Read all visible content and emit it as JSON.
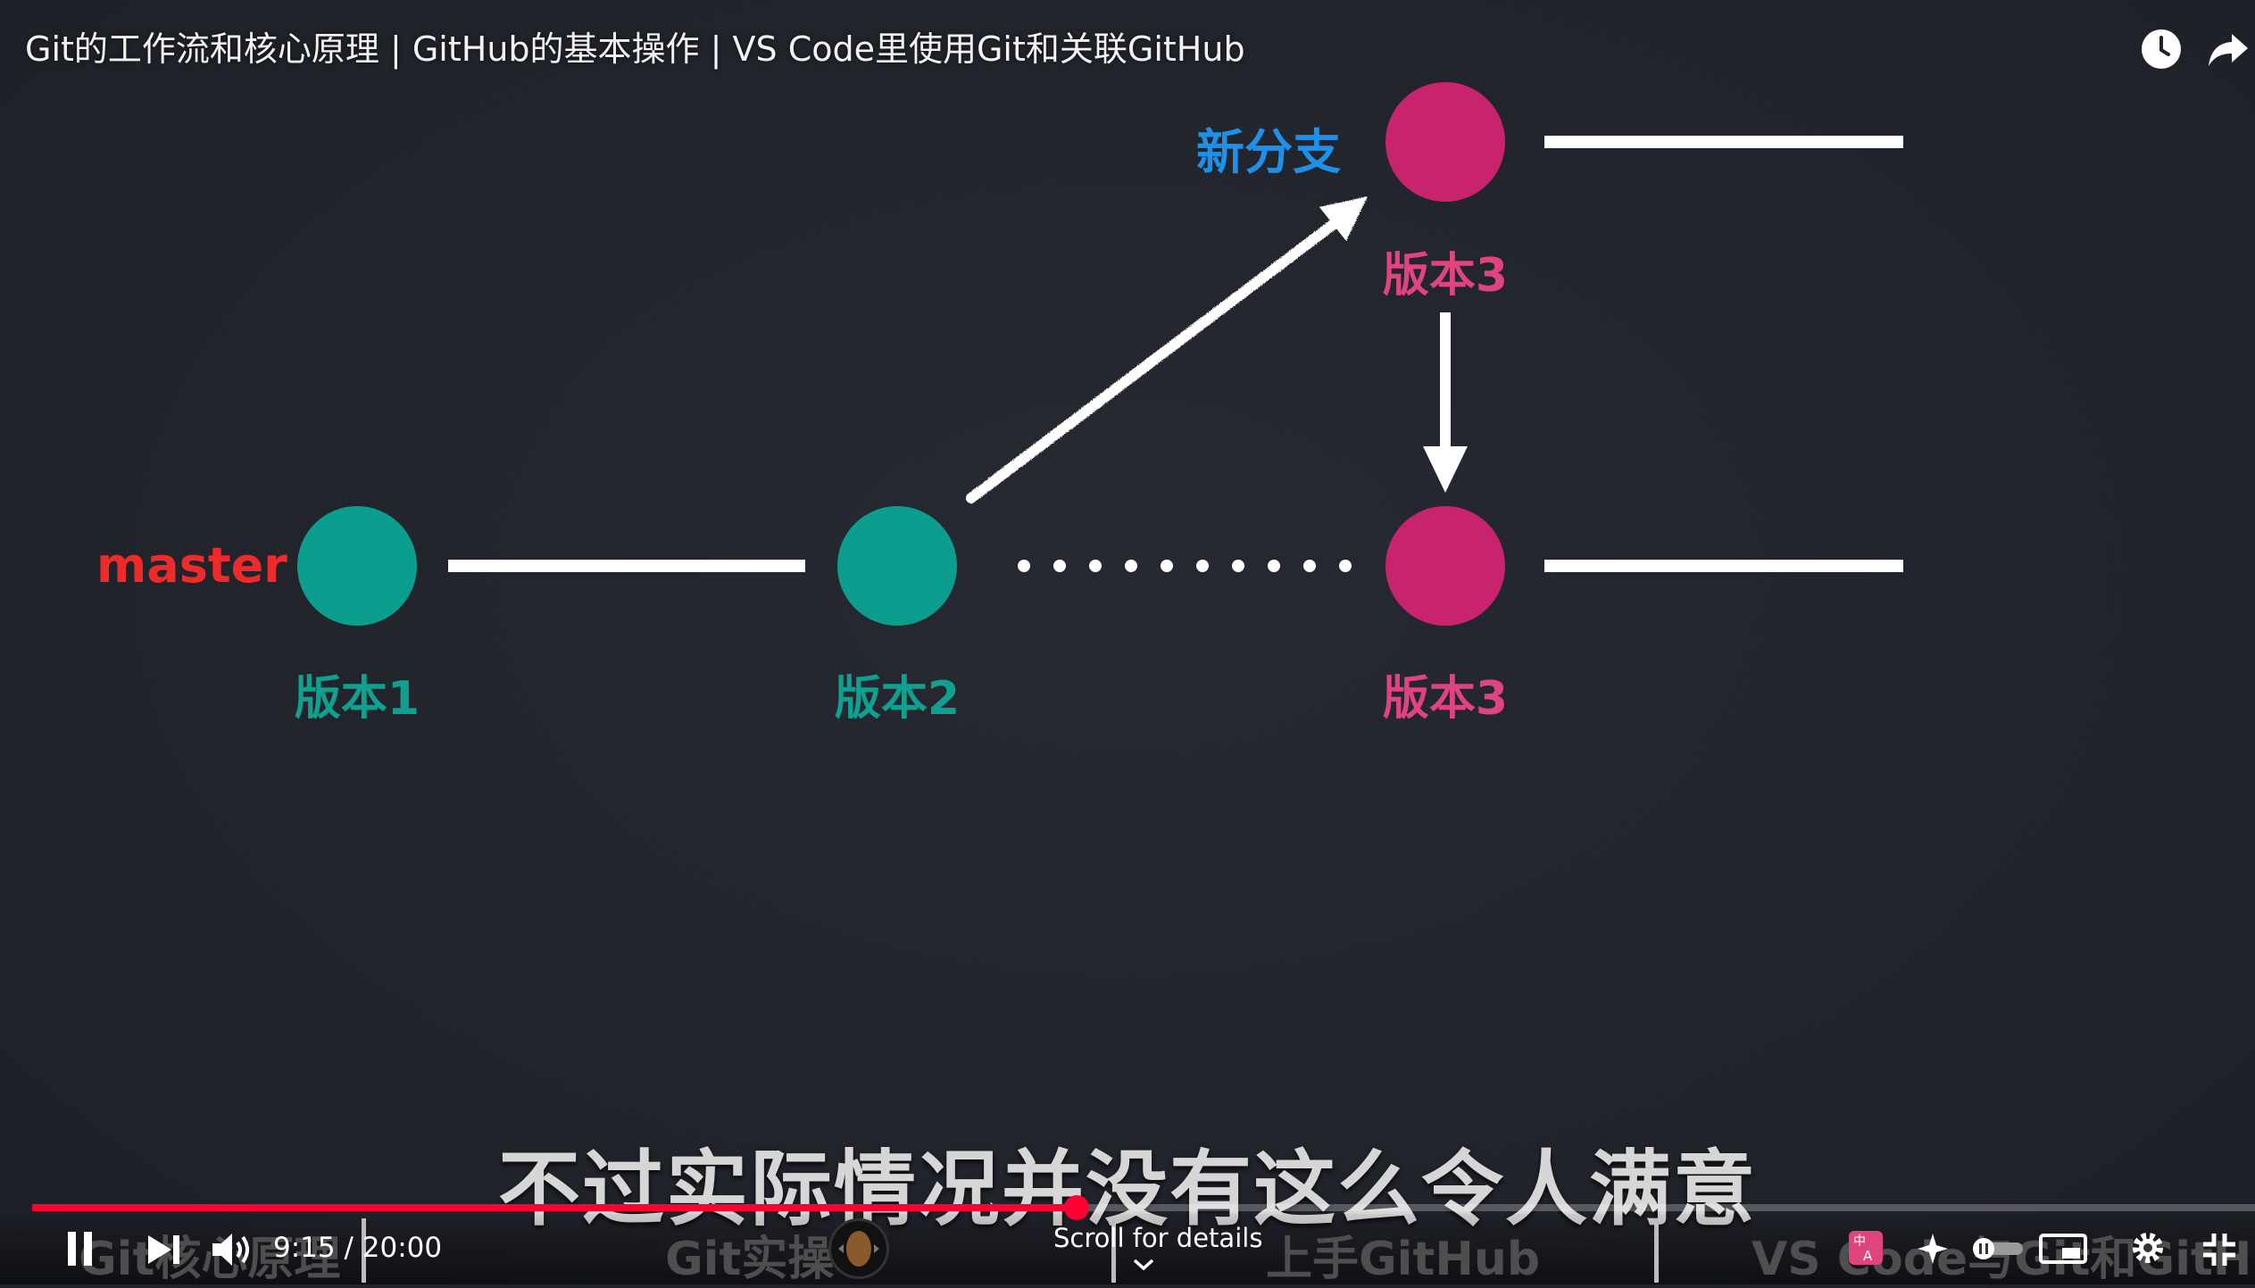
{
  "video": {
    "title": "Git的工作流和核心原理 | GitHub的基本操作 | VS Code里使用Git和关联GitHub",
    "subtitle": "不过实际情况并没有这么令人满意"
  },
  "diagram": {
    "branches": {
      "master": "master",
      "new_branch": "新分支"
    },
    "nodes": {
      "v1": "版本1",
      "v2": "版本2",
      "v3_top": "版本3",
      "v3_bottom": "版本3"
    },
    "colors": {
      "master_label": "#ee2a2a",
      "new_branch_label": "#1e90e8",
      "teal_node": "#0b9e8e",
      "pink_node": "#c8236e",
      "pink_label": "#e0447f",
      "teal_label": "#0fa08f",
      "line": "#ffffff"
    }
  },
  "player": {
    "current_time": "9:15",
    "total_time": "20:00",
    "time_display": "9:15 / 20:00",
    "progress": 0.47,
    "scroll_hint": "Scroll for details",
    "chapters": [
      "Git核心原理",
      "Git实操",
      "上手GitHub",
      "VS Code与Git和GitHub"
    ],
    "accent": "#ff0033"
  }
}
